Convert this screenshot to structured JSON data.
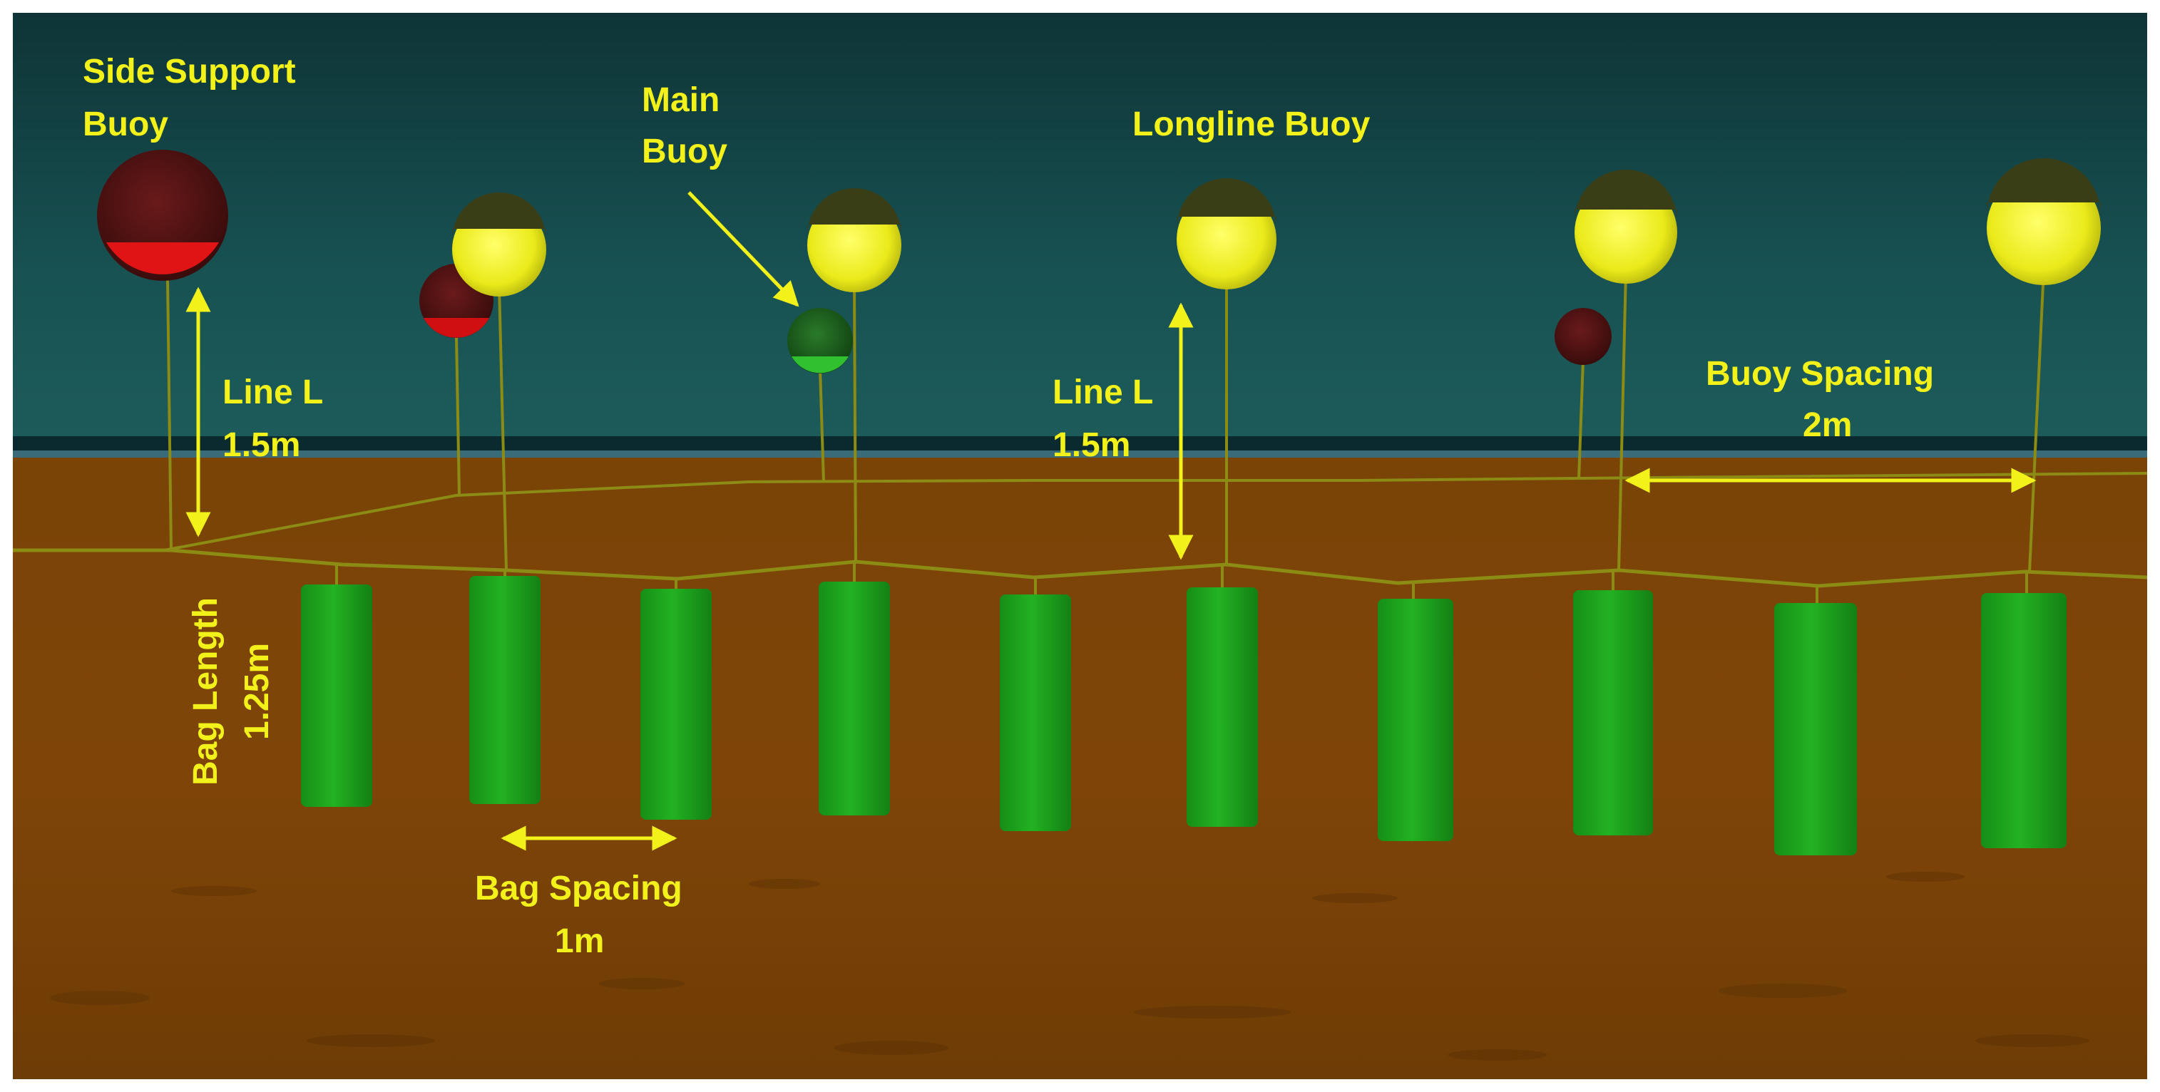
{
  "labels": {
    "side_support_buoy_line1": "Side Support",
    "side_support_buoy_line2": "Buoy",
    "main_buoy_line1": "Main",
    "main_buoy_line2": "Buoy",
    "longline_buoy": "Longline Buoy",
    "line_l_left_1": "Line L",
    "line_l_left_2": "1.5m",
    "line_l_mid_1": "Line L",
    "line_l_mid_2": "1.5m",
    "buoy_spacing_1": "Buoy Spacing",
    "buoy_spacing_2": "2m",
    "bag_length_1": "Bag  Length",
    "bag_length_2": "1.25m",
    "bag_spacing_1": "Bag Spacing",
    "bag_spacing_2": "1m"
  },
  "colors": {
    "water_top": "#0f3b3d",
    "water_bottom": "#1c5a5a",
    "seabed": "#7a4206",
    "bag": "#1fa81f",
    "longline_buoy": "#f0f02a",
    "side_buoy": "#5a1414",
    "side_buoy_band": "#e01010",
    "main_buoy": "#1a6a1a",
    "annotation": "#f2f21a",
    "line": "#7a7a10"
  },
  "counts": {
    "bags": 10,
    "longline_buoys": 5,
    "side_support_buoys": 3,
    "main_buoys": 1
  }
}
